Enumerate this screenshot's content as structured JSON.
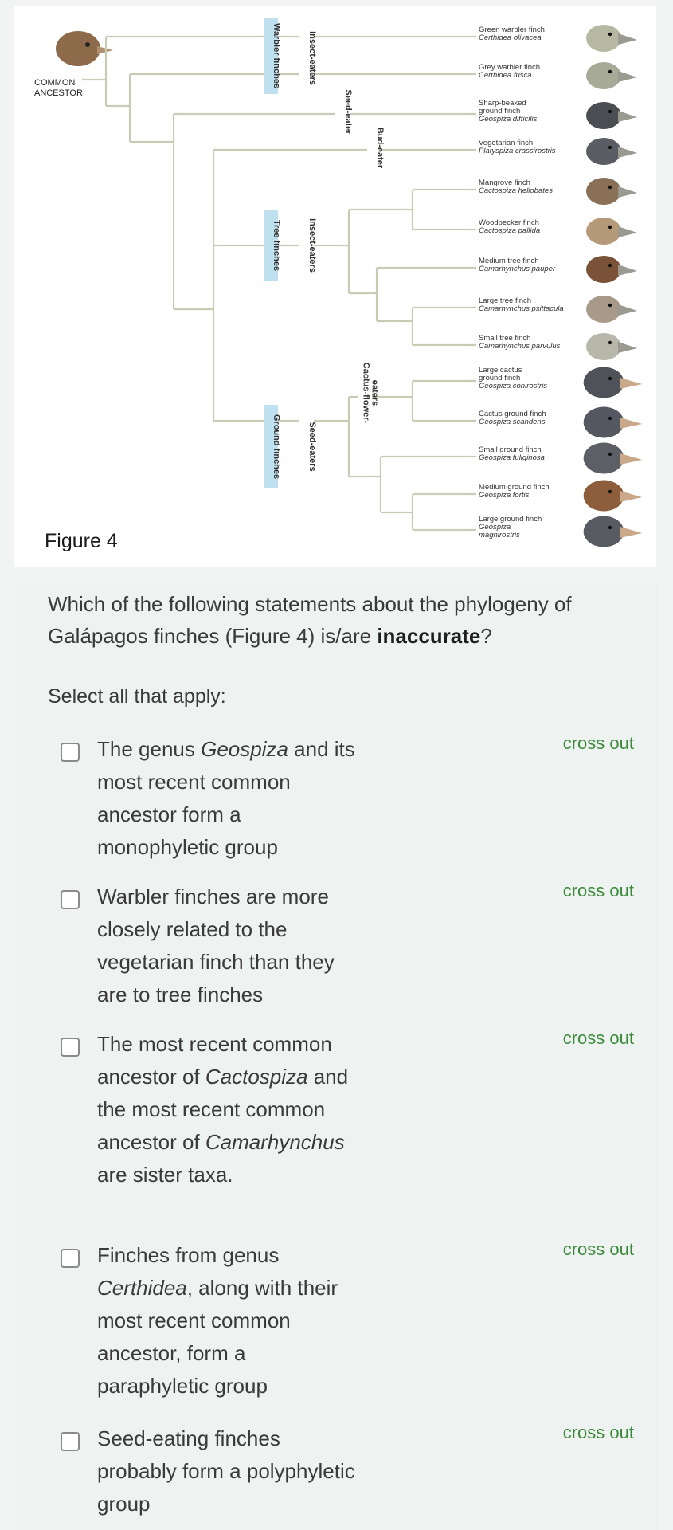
{
  "figure": {
    "label": "Figure 4",
    "root_label": [
      "COMMON",
      "ANCESTOR"
    ],
    "clade_labels": {
      "warbler": "Warbler finches",
      "tree": "Tree finches",
      "ground": "Ground finches"
    },
    "diet_labels": {
      "insect1": "Insect-eaters",
      "seed1": "Seed-eater",
      "bud": "Bud-eater",
      "insect2": "Insect-eaters",
      "cactus": [
        "Cactus-flower-",
        "eaters"
      ],
      "seed2": "Seed-eaters"
    },
    "species": [
      {
        "common": [
          "Green warbler finch"
        ],
        "sci": [
          "Certhidea olivacea"
        ],
        "color": "#b7b8a2"
      },
      {
        "common": [
          "Grey warbler finch"
        ],
        "sci": [
          "Certhidea fusca"
        ],
        "color": "#a8aa98"
      },
      {
        "common": [
          "Sharp-beaked",
          "ground finch"
        ],
        "sci": [
          "Geospiza difficilis"
        ],
        "color": "#4a4d52"
      },
      {
        "common": [
          "Vegetarian finch"
        ],
        "sci": [
          "Platyspiza crassirostris"
        ],
        "color": "#5a5d63"
      },
      {
        "common": [
          "Mangrove finch"
        ],
        "sci": [
          "Cactospiza heliobates"
        ],
        "color": "#8a7056"
      },
      {
        "common": [
          "Woodpecker finch"
        ],
        "sci": [
          "Cactospiza pallida"
        ],
        "color": "#b49a78"
      },
      {
        "common": [
          "Medium tree finch"
        ],
        "sci": [
          "Camarhynchus pauper"
        ],
        "color": "#7a5238"
      },
      {
        "common": [
          "Large tree finch"
        ],
        "sci": [
          "Camarhynchus psittacula"
        ],
        "color": "#a89a88"
      },
      {
        "common": [
          "Small tree finch"
        ],
        "sci": [
          "Camarhynchus parvulus"
        ],
        "color": "#b8b8aa"
      },
      {
        "common": [
          "Large cactus",
          "ground finch"
        ],
        "sci": [
          "Geospiza conirostris"
        ],
        "color": "#4f5258"
      },
      {
        "common": [
          "Cactus ground finch"
        ],
        "sci": [
          "Geospiza scandens"
        ],
        "color": "#555860"
      },
      {
        "common": [
          "Small ground finch"
        ],
        "sci": [
          "Geospiza fuliginosa"
        ],
        "color": "#5c5f66"
      },
      {
        "common": [
          "Medium ground finch"
        ],
        "sci": [
          "Geospiza fortis"
        ],
        "color": "#8c5e3c"
      },
      {
        "common": [
          "Large ground finch"
        ],
        "sci": [
          "Geospiza",
          "magnirostris"
        ],
        "color": "#585b61"
      }
    ]
  },
  "question": {
    "text_before": "Which of the following statements about the phylogeny of Galápagos finches (Figure 4) is/are ",
    "text_bold": "inaccurate",
    "text_after": "?",
    "select_all": "Select all that apply:",
    "cross_out_label": "cross out",
    "options": [
      [
        "The genus ",
        {
          "i": "Geospiza"
        },
        " and its most recent common ancestor form a monophyletic group"
      ],
      [
        "Warbler finches are more closely related to the vegetarian finch than they are to tree finches"
      ],
      [
        "The most recent common ancestor of ",
        {
          "i": "Cactospiza"
        },
        " and the most recent common ancestor of ",
        {
          "i": "Camarhynchus"
        },
        " are sister taxa."
      ],
      [
        "Finches from genus ",
        {
          "i": "Certhidea"
        },
        ", along with their most recent common ancestor, form a paraphyletic group"
      ],
      [
        "Seed-eating finches probably form a polyphyletic group"
      ]
    ]
  },
  "colors": {
    "tree_line": "#c9ccb4",
    "clade_box": "#bfe0ef",
    "cross_out": "#3a8a3a"
  }
}
